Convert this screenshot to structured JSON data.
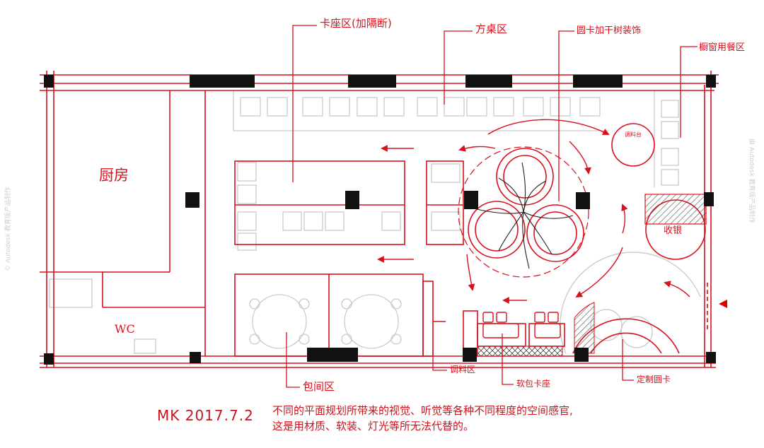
{
  "annotations": {
    "booth": "卡座区(加隔断)",
    "square": "方桌区",
    "round": "圆卡加干树装饰",
    "window": "橱窗用餐区",
    "private": "包间区",
    "drinks": "调料区",
    "sofa": "软包卡座",
    "custom": "定制圆卡"
  },
  "rooms": {
    "kitchen": "厨房",
    "wc": "WC",
    "cashier": "收银",
    "condiment": "调料台"
  },
  "signature": "MK 2017.7.2",
  "note": {
    "line1": "不同的平面规划所带来的视觉、听觉等各种不同程度的空间感官,",
    "line2": "这是用材质、软装、灯光等所无法代替的。"
  },
  "watermark": {
    "left": "© Autodesk 教育版产品制作",
    "right": "由 Autodesk 教育版产品制作"
  },
  "colors": {
    "line": "#d8101c",
    "furniture": "#c9c9c9",
    "pillar": "#111111"
  }
}
